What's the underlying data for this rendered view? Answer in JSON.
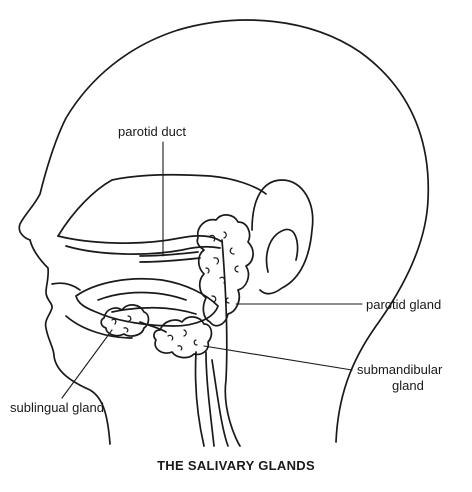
{
  "title": "THE SALIVARY GLANDS",
  "labels": {
    "parotid_duct": "parotid duct",
    "parotid_gland": "parotid gland",
    "submandibular_line1": "submandibular",
    "submandibular_line2": "gland",
    "sublingual_gland": "sublingual gland"
  },
  "colors": {
    "ink": "#1a1a1a",
    "background": "#ffffff"
  }
}
